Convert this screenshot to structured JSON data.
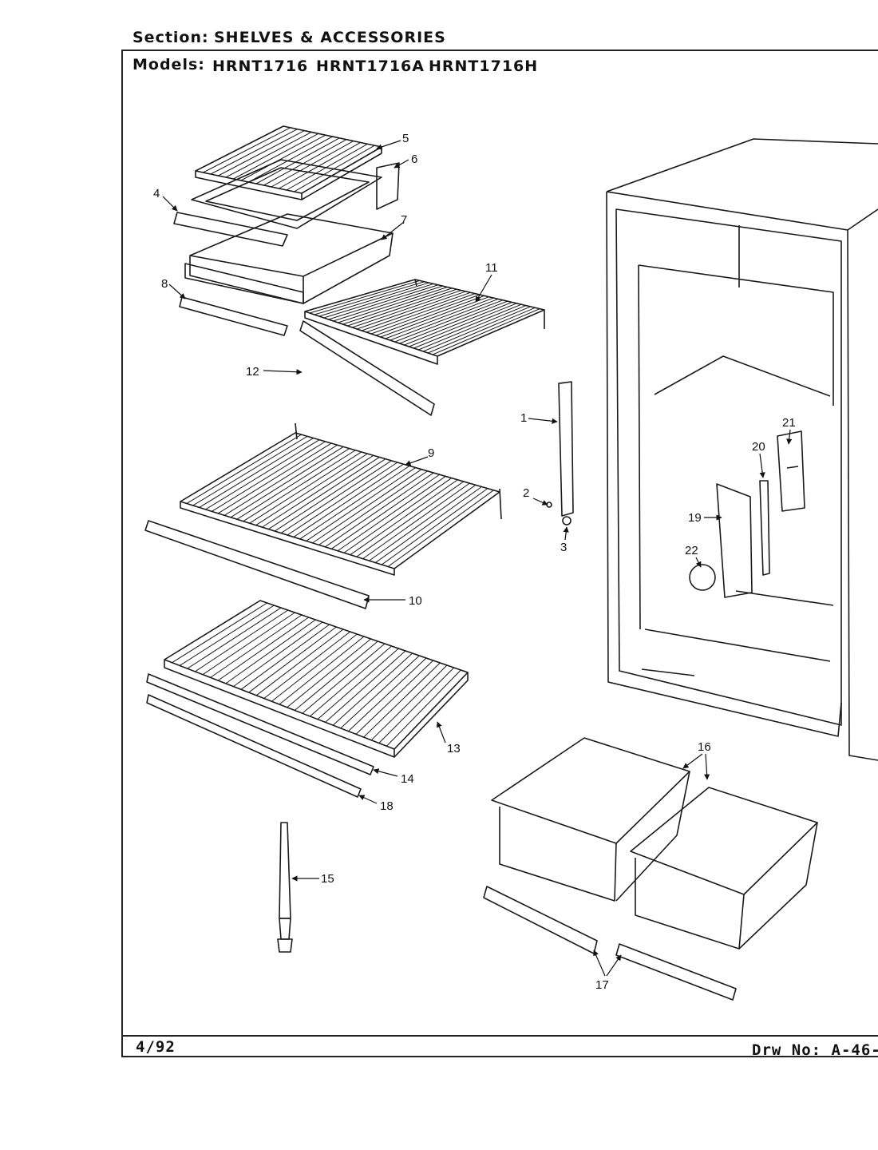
{
  "header": {
    "section_label": "Section:",
    "section_value": "SHELVES & ACCESSORIES",
    "models_label": "Models:",
    "models": [
      "HRNT1716",
      "HRNT1716A",
      "HRNT1716H"
    ]
  },
  "footer": {
    "date": "4/92",
    "drawing_number": "Drw No: A-46-"
  },
  "callouts": [
    "1",
    "2",
    "3",
    "4",
    "5",
    "6",
    "7",
    "8",
    "9",
    "10",
    "11",
    "12",
    "13",
    "14",
    "15",
    "16",
    "17",
    "18",
    "19",
    "20",
    "21",
    "22"
  ],
  "colors": {
    "line": "#1a1a1a",
    "background": "#ffffff"
  }
}
